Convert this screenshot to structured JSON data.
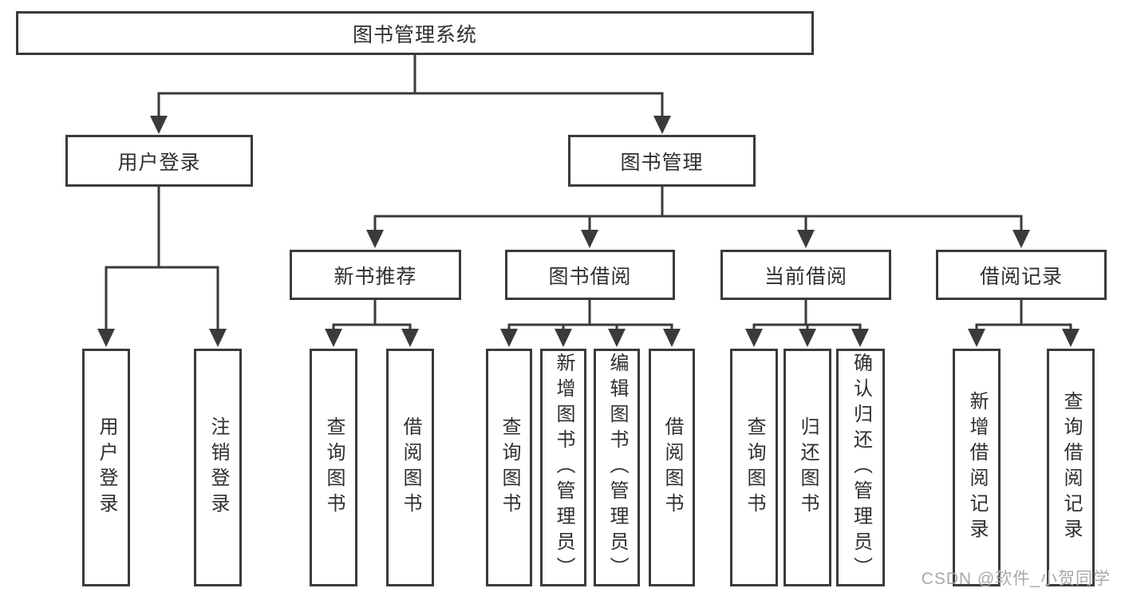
{
  "diagram": {
    "root": {
      "label": "图书管理系统",
      "children": {
        "user_login": {
          "label": "用户登录",
          "children": {
            "login": {
              "label": "用户登录"
            },
            "logout": {
              "label": "注销登录"
            }
          }
        },
        "book_management": {
          "label": "图书管理",
          "children": {
            "new_book_recommend": {
              "label": "新书推荐",
              "children": {
                "query_books": {
                  "label": "查询图书"
                },
                "borrow_books": {
                  "label": "借阅图书"
                }
              }
            },
            "book_borrowing": {
              "label": "图书借阅",
              "children": {
                "query_books": {
                  "label": "查询图书"
                },
                "add_books": {
                  "label": "新增图书（管理员）"
                },
                "edit_books": {
                  "label": "编辑图书（管理员）"
                },
                "borrow_books": {
                  "label": "借阅图书"
                }
              }
            },
            "current_borrowing": {
              "label": "当前借阅",
              "children": {
                "query_books": {
                  "label": "查询图书"
                },
                "return_books": {
                  "label": "归还图书"
                },
                "confirm_return": {
                  "label": "确认归还（管理员）"
                }
              }
            },
            "borrowing_records": {
              "label": "借阅记录",
              "children": {
                "add_record": {
                  "label": "新增借阅记录"
                },
                "query_record": {
                  "label": "查询借阅记录"
                }
              }
            }
          }
        }
      }
    }
  },
  "watermark": {
    "text": "CSDN @软件_小贺同学"
  },
  "colors": {
    "line": "#3a3a3a",
    "text": "#2f2f2f",
    "watermark": "#a8a8ae",
    "background": "#ffffff"
  }
}
